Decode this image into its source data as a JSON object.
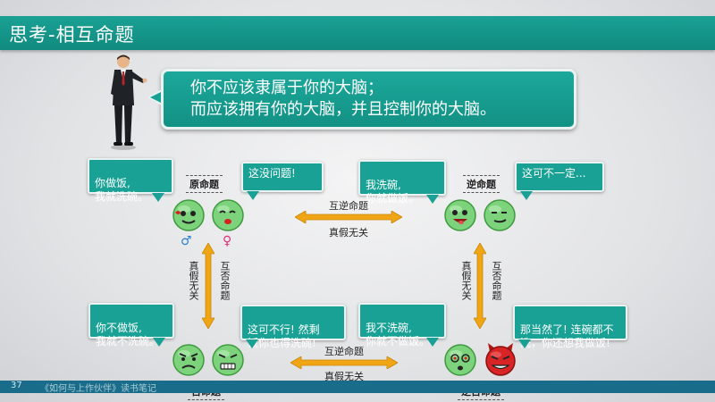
{
  "header": {
    "title": "思考-相互命题"
  },
  "quote": {
    "line1": "你不应该隶属于你的大脑；",
    "line2": "而应该拥有你的大脑，并且控制你的大脑。"
  },
  "labels": {
    "original": "原命题",
    "converse": "逆命题",
    "inverse": "否命题",
    "contrapositive": "逆否命题"
  },
  "bubbles": {
    "orig_male": "你做饭,\n我就洗碗。",
    "orig_female": "这没问题!",
    "conv_male": "我洗碗,\n你就做饭。",
    "conv_female": "这可不一定...",
    "inv_male": "你不做饭,\n我就不洗碗。",
    "inv_female": "这可不行! 然剩\n饭你也得洗碗!",
    "contra_male": "我不洗碗,\n你就不做饭。",
    "contra_female": "那当然了! 连碗都不\n洗，你还想我做饭!"
  },
  "relations": {
    "top_upper": "互逆命题",
    "top_lower": "真假无关",
    "bottom_upper": "互逆命题",
    "bottom_lower": "真假无关",
    "left_inner": "真假无关",
    "left_outer": "互否命题",
    "right_inner": "真假无关",
    "right_outer": "互否命题"
  },
  "symbols": {
    "male": "♂",
    "female": "♀"
  },
  "footer": {
    "page": "37",
    "source": "《如何与上作伙伴》读书笔记"
  },
  "colors": {
    "teal": "#18a194",
    "arrow": "#f0a515",
    "face": "#7cd37c"
  }
}
